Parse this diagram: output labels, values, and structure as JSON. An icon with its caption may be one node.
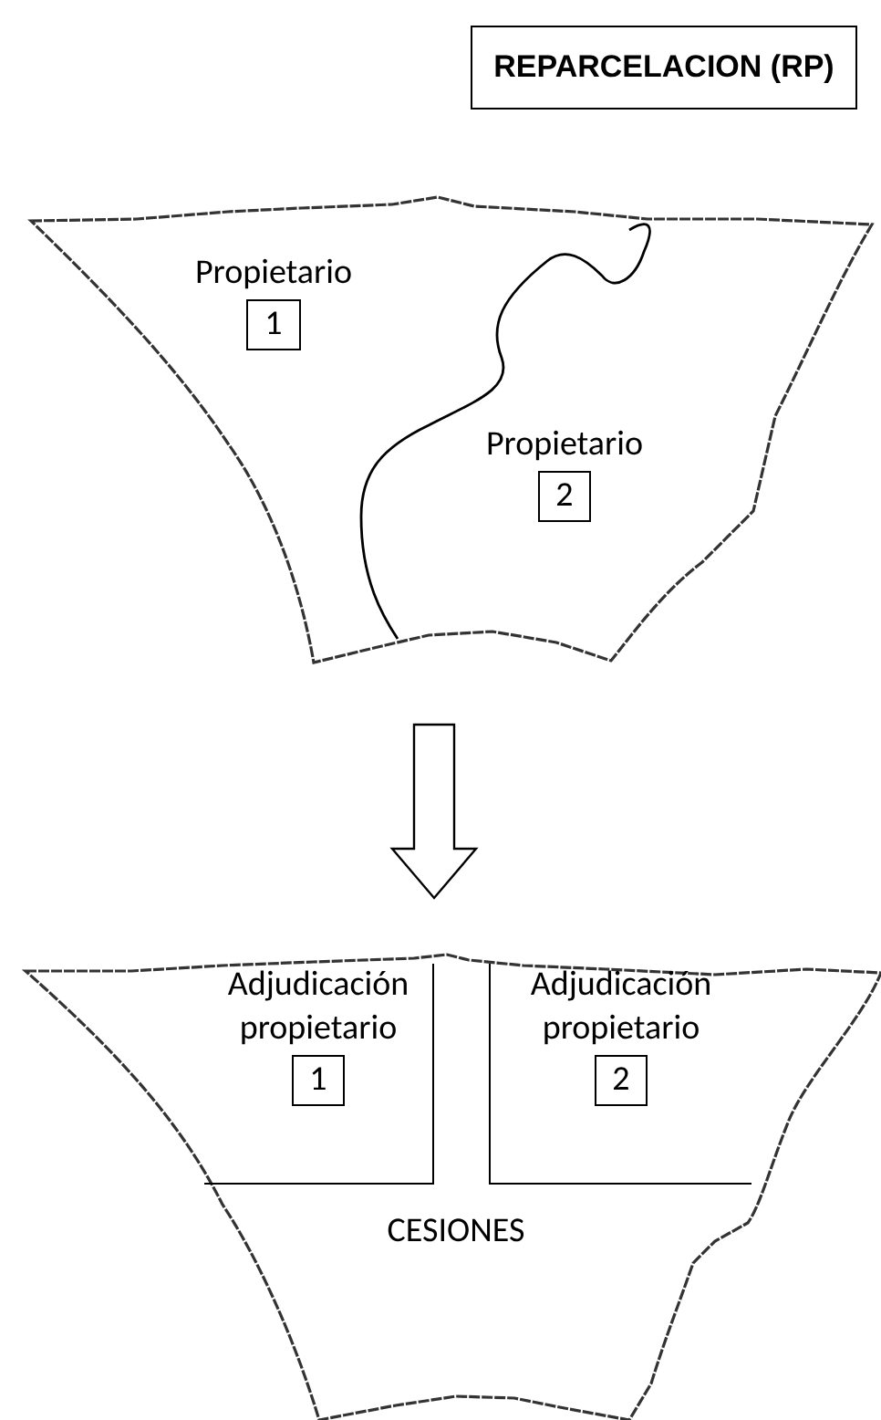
{
  "diagram": {
    "title": "REPARCELACION (RP)",
    "nodes": [
      {
        "text": [],
        "shape": "polygon"
      },
      {
        "text": [
          "Propietario",
          "1"
        ],
        "in": 0
      },
      {
        "text": [
          "Propietario",
          "2"
        ],
        "in": 0
      },
      {
        "text": [],
        "shape": "polygon"
      },
      {
        "text": [
          "Adjudicación propietario",
          "1"
        ],
        "in": 3
      },
      {
        "text": [
          "Adjudicación propietario",
          "2"
        ],
        "in": 3
      },
      {
        "text": [
          "CESIONES"
        ],
        "in": 3
      }
    ],
    "edges": [
      {
        "from": 0,
        "to": 3,
        "arrow": "to"
      }
    ]
  }
}
